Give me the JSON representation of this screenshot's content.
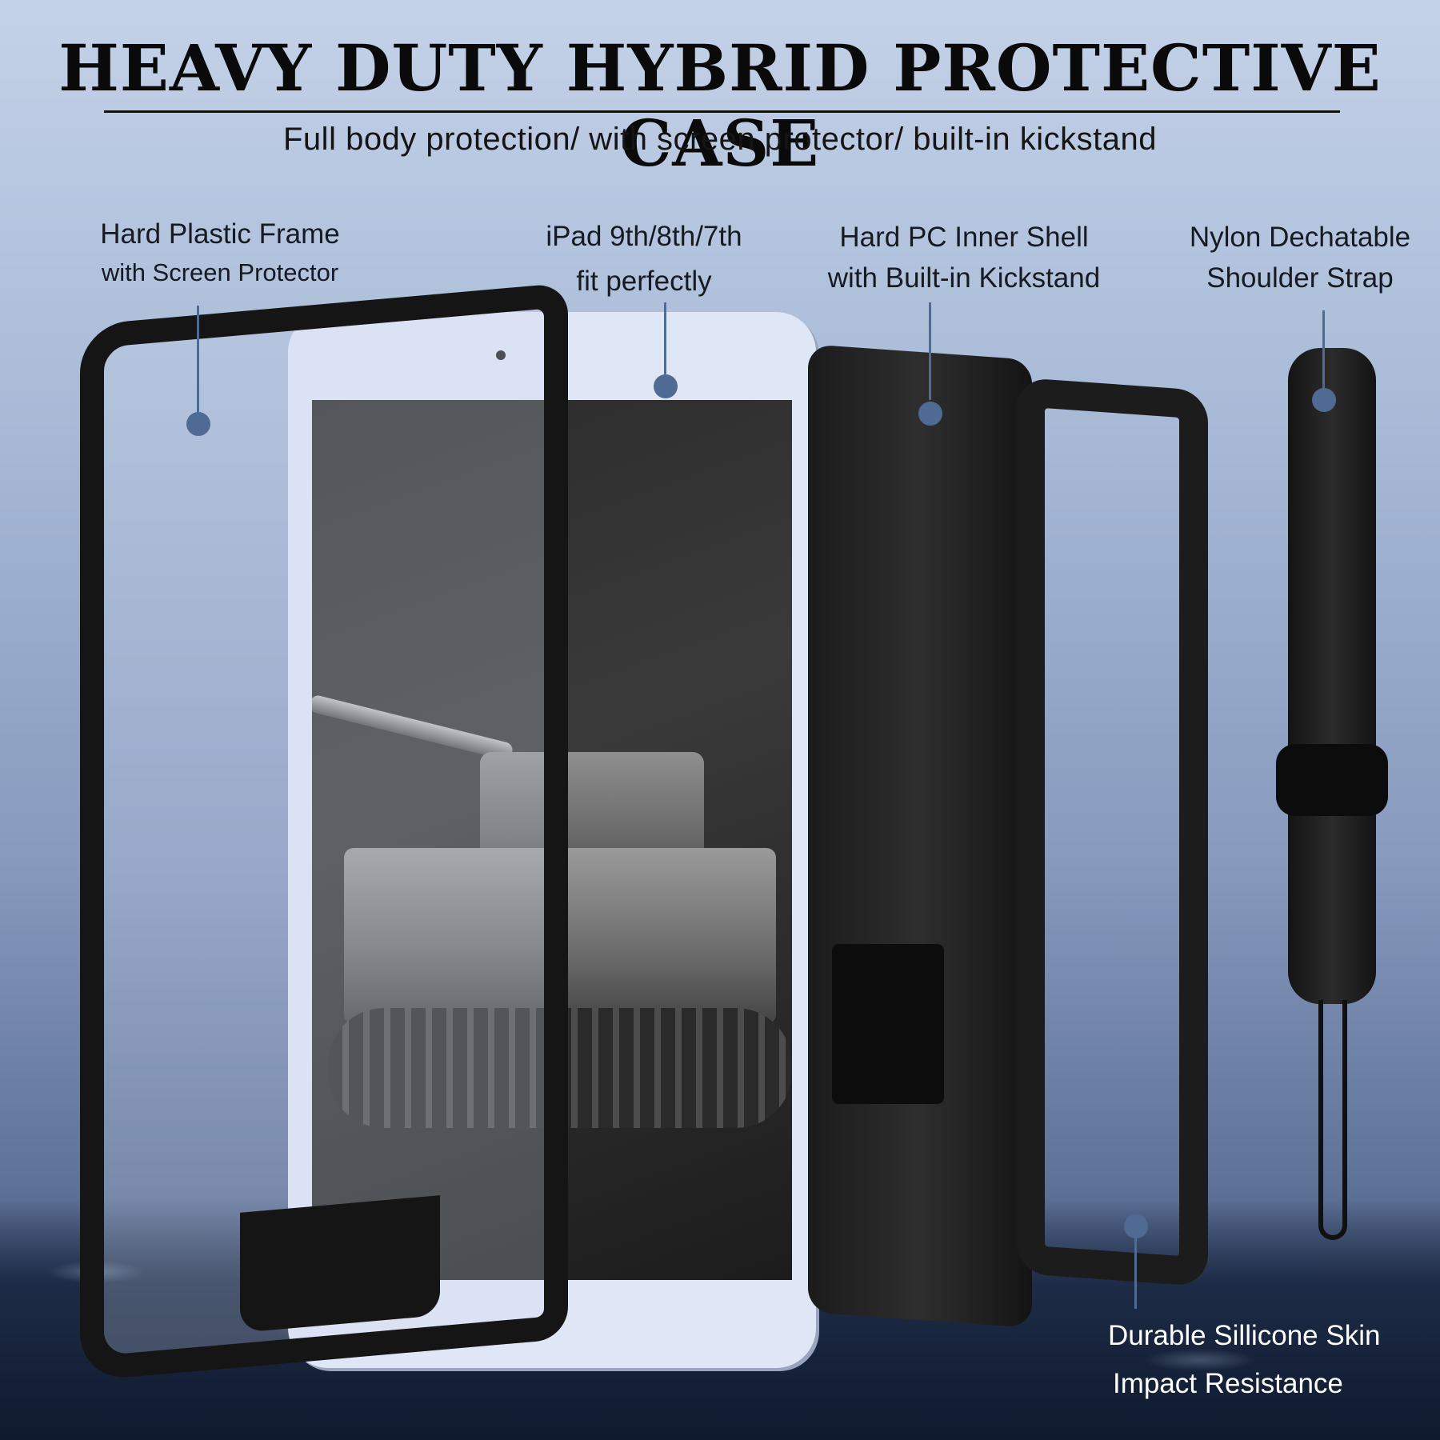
{
  "header": {
    "title": "HEAVY DUTY HYBRID PROTECTIVE CASE",
    "subtitle": "Full body protection/ with screen protector/ built-in kickstand"
  },
  "callouts": [
    {
      "line1": "Hard Plastic Frame",
      "line2": "with Screen Protector"
    },
    {
      "line1": "iPad 9th/8th/7th",
      "line2": "fit perfectly"
    },
    {
      "line1": "Hard PC Inner Shell",
      "line2": "with Built-in Kickstand"
    },
    {
      "line1": "Nylon Dechatable",
      "line2": "Shoulder Strap"
    },
    {
      "line1": "Durable Sillicone Skin",
      "line2": "Impact Resistance"
    }
  ],
  "colors": {
    "accent": "#4f6b94",
    "title": "#0a0a0a",
    "case": "#151515"
  }
}
